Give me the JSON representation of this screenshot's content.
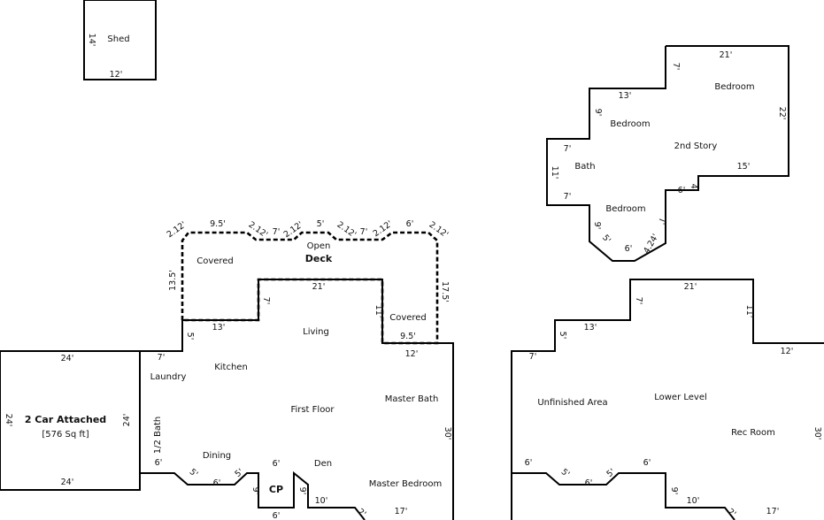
{
  "shed": {
    "name": "Shed",
    "width": "12'",
    "depth": "14'"
  },
  "second_story": {
    "title": "2nd Story",
    "rooms": [
      "Bedroom",
      "Bedroom",
      "Bath",
      "Bedroom"
    ],
    "dims": [
      "21'",
      "7'",
      "13'",
      "22'",
      "9'",
      "7'",
      "11'",
      "7'",
      "15'",
      "6'",
      "4'",
      "9'",
      "7'",
      "5'",
      "6'",
      "4.24'"
    ]
  },
  "deck": {
    "title": "Open",
    "title2": "Deck",
    "covered_left": "Covered",
    "covered_right": "Covered",
    "dims": [
      "2.12'",
      "9.5'",
      "2.12'",
      "7'",
      "2.12'",
      "5'",
      "2.12'",
      "7'",
      "2.12'",
      "6'",
      "2.12'",
      "13.5'",
      "17.5'",
      "9.5'"
    ]
  },
  "garage": {
    "name": "2 Car Attached",
    "area": "[576 Sq ft]",
    "top": "24'",
    "bottom": "24'",
    "left": "24'",
    "right": "24'"
  },
  "first_floor": {
    "title": "First Floor",
    "rooms": {
      "living": "Living",
      "kitchen": "Kitchen",
      "laundry": "Laundry",
      "half_bath": "1/2 Bath",
      "dining": "Dining",
      "den": "Den",
      "master_bath": "Master Bath",
      "master_bedroom": "Master Bedroom",
      "cp": "CP"
    },
    "dims": [
      "21'",
      "7'",
      "11'",
      "13'",
      "5'",
      "12'",
      "7'",
      "30'",
      "6'",
      "5'",
      "6'",
      "5'",
      "9'",
      "6'",
      "6'",
      "9'",
      "10'",
      "2'",
      "17'"
    ]
  },
  "lower_level": {
    "title": "Lower Level",
    "rooms": {
      "unfinished": "Unfinished Area",
      "rec": "Rec Room"
    },
    "dims": [
      "21'",
      "7'",
      "11'",
      "13'",
      "5'",
      "12'",
      "7'",
      "30'",
      "6'",
      "5'",
      "6'",
      "5'",
      "6'",
      "9'",
      "10'",
      "2'",
      "17'"
    ]
  }
}
